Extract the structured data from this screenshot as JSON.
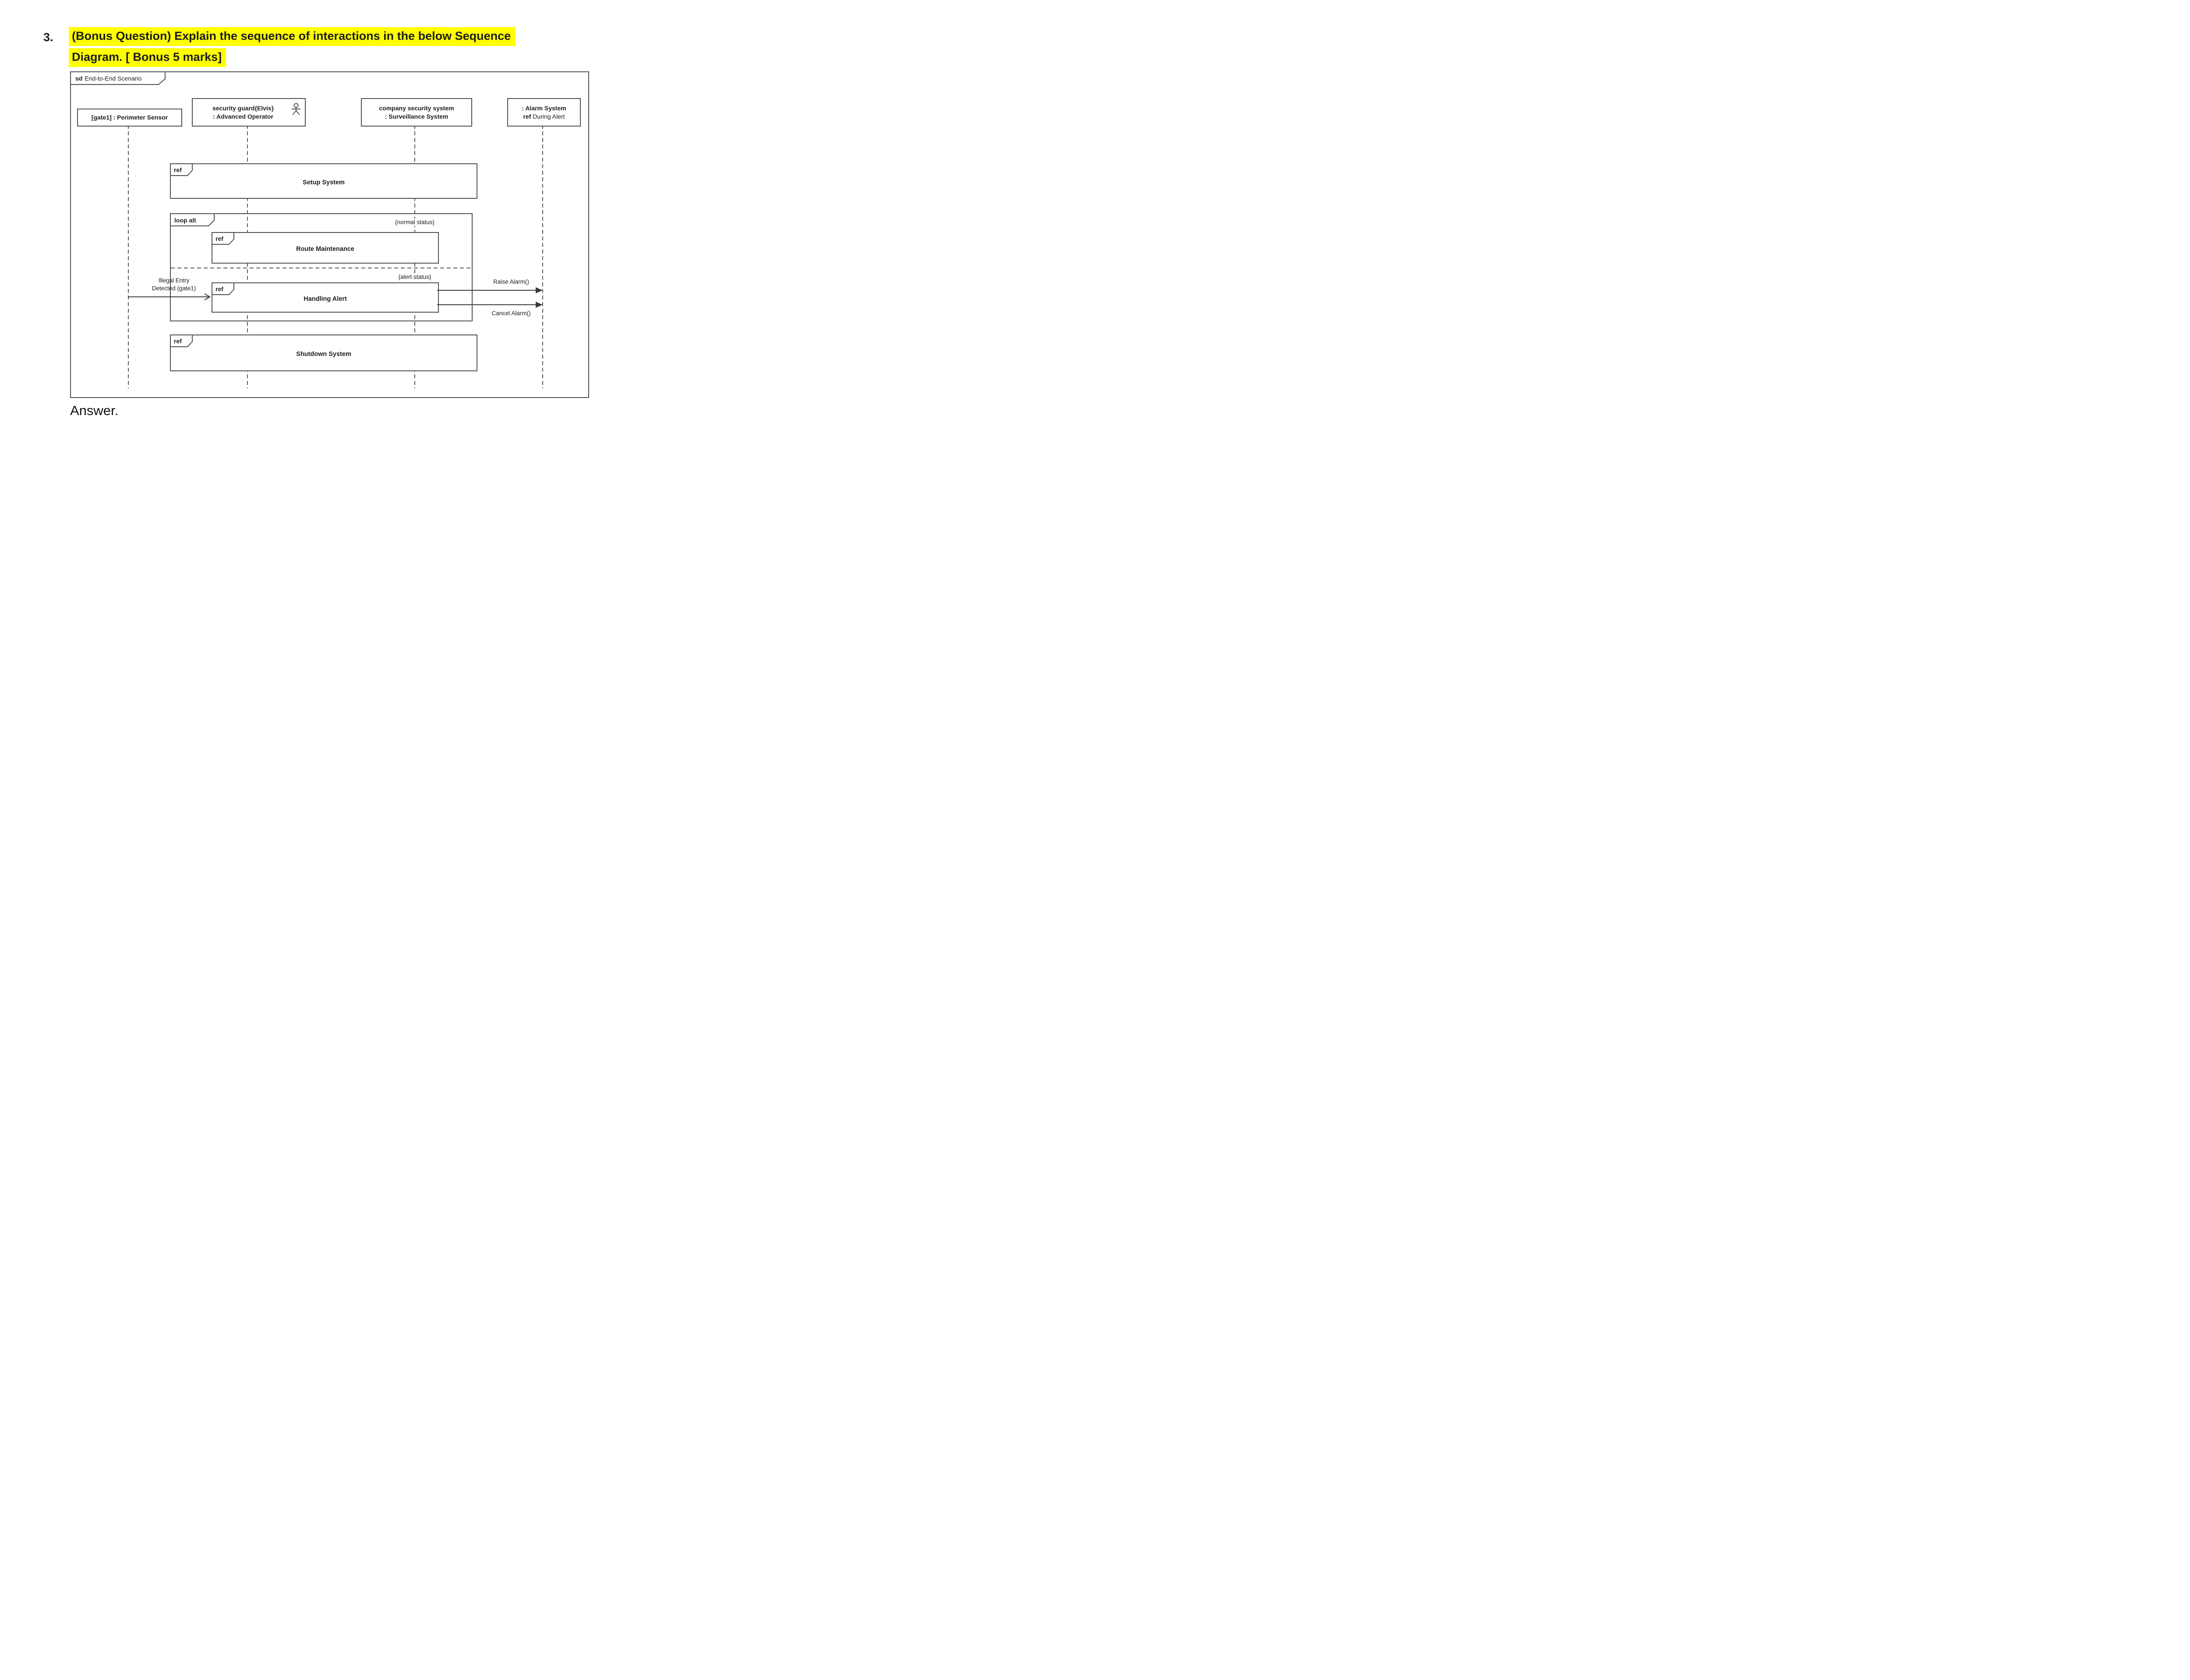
{
  "question": {
    "number": "3.",
    "highlight_color": "#ffff00",
    "line1": "(Bonus Question) Explain the sequence of interactions in the below Sequence",
    "line2": "Diagram. [ Bonus 5 marks]"
  },
  "answer_label": "Answer.",
  "diagram": {
    "line_color": "#4f4f4f",
    "frame": {
      "keyword": "sd",
      "name": "End-to-End Scenario"
    },
    "lifelines": [
      {
        "label1": "[gate1] : Perimeter Sensor"
      },
      {
        "label1": "security guard{Elvis}",
        "label2": ": Advanced Operator"
      },
      {
        "label1": "company security system",
        "label2": ": Surveillance System"
      },
      {
        "label1": ": Alarm System",
        "label2_keyword": "ref",
        "label2_rest": " During Alert"
      }
    ],
    "fragments": {
      "setup": {
        "tag": "ref",
        "label": "Setup System"
      },
      "loop": {
        "tag": "loop alt",
        "guard_top": "{normal status}",
        "guard_bottom": "{alert status}"
      },
      "route": {
        "tag": "ref",
        "label": "Route Maintenance"
      },
      "handling": {
        "tag": "ref",
        "label": "Handling Alert"
      },
      "shutdown": {
        "tag": "ref",
        "label": "Shutdown System"
      }
    },
    "messages": {
      "illegal_line1": "Illegal Entry",
      "illegal_line2": "Detected (gate1)",
      "raise": "Raise Alarm()",
      "cancel": "Cancel Alarm()"
    }
  }
}
